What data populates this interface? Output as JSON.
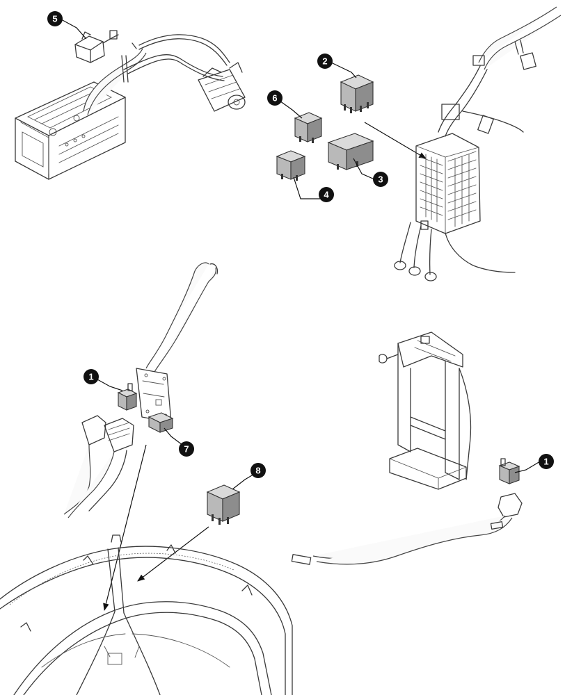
{
  "callouts": {
    "c1a": "1",
    "c1b": "1",
    "c2": "2",
    "c3": "3",
    "c4": "4",
    "c5": "5",
    "c6": "6",
    "c7": "7",
    "c8": "8"
  },
  "colors": {
    "callout_fill": "#111111",
    "callout_text": "#ffffff",
    "line": "#3a3a3a",
    "relay": "#b9b9b9"
  },
  "icons": {
    "arrow": "arrow-icon",
    "relay": "relay-icon"
  }
}
